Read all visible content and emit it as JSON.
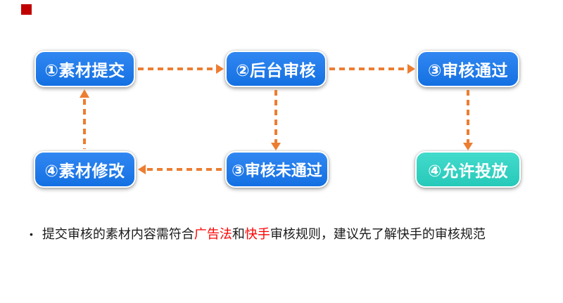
{
  "colors": {
    "background": "#FFFFFF",
    "node_blue": "#1577F0",
    "node_teal": "#29D6C5",
    "arrow_orange": "#ED7D31",
    "highlight_red": "#FF0000",
    "marker_red": "#C00000",
    "node_text": "#FFFFFF",
    "body_text": "#1A1A1A"
  },
  "flow": {
    "nodes": [
      {
        "id": "material-submit",
        "label": "①素材提交",
        "color": "blue"
      },
      {
        "id": "backend-review",
        "label": "②后台审核",
        "color": "blue"
      },
      {
        "id": "review-passed",
        "label": "③审核通过",
        "color": "blue"
      },
      {
        "id": "material-revise",
        "label": "④素材修改",
        "color": "blue"
      },
      {
        "id": "review-failed",
        "label": "③审核未通过",
        "color": "blue"
      },
      {
        "id": "delivery-allowed",
        "label": "④允许投放",
        "color": "teal"
      }
    ],
    "edges": [
      {
        "from": "①素材提交",
        "to": "②后台审核"
      },
      {
        "from": "②后台审核",
        "to": "③审核通过"
      },
      {
        "from": "②后台审核",
        "to": "③审核未通过"
      },
      {
        "from": "③审核通过",
        "to": "④允许投放"
      },
      {
        "from": "③审核未通过",
        "to": "④素材修改"
      },
      {
        "from": "④素材修改",
        "to": "①素材提交"
      }
    ]
  },
  "note": {
    "bullet": "•",
    "segments": [
      {
        "text": "提交审核的素材内容需符合",
        "highlight": false
      },
      {
        "text": "广告法",
        "highlight": true
      },
      {
        "text": "和",
        "highlight": false
      },
      {
        "text": "快手",
        "highlight": true
      },
      {
        "text": "审核规则，建议先了解快手的审核规范",
        "highlight": false
      }
    ]
  }
}
